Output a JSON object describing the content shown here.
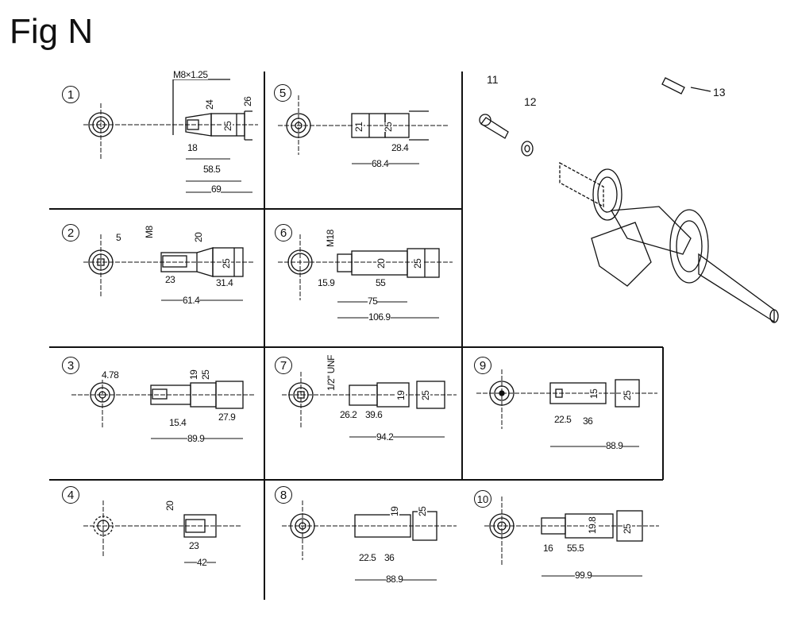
{
  "title": "Fig N",
  "panels": [
    {
      "number": "1",
      "dims": [
        "M8×1.25",
        "24",
        "26",
        "25",
        "18",
        "58.5",
        "69"
      ]
    },
    {
      "number": "2",
      "dims": [
        "5",
        "M8",
        "20",
        "25",
        "23",
        "31.4",
        "61.4"
      ]
    },
    {
      "number": "3",
      "dims": [
        "4.78",
        "19",
        "25",
        "15.4",
        "27.9",
        "89.9"
      ]
    },
    {
      "number": "4",
      "dims": [
        "20",
        "23",
        "42"
      ]
    },
    {
      "number": "5",
      "dims": [
        "21",
        "25",
        "28.4",
        "68.4"
      ]
    },
    {
      "number": "6",
      "dims": [
        "M18",
        "20",
        "25",
        "15.9",
        "55",
        "75",
        "106.9"
      ]
    },
    {
      "number": "7",
      "dims": [
        "1/2\" UNF",
        "19",
        "25",
        "26.2",
        "39.6",
        "94.2"
      ]
    },
    {
      "number": "8",
      "dims": [
        "19",
        "25",
        "22.5",
        "36",
        "88.9"
      ]
    },
    {
      "number": "9",
      "dims": [
        "15",
        "25",
        "22.5",
        "36",
        "88.9"
      ]
    },
    {
      "number": "10",
      "dims": [
        "19.8",
        "25",
        "16",
        "55.5",
        "99.9"
      ]
    }
  ],
  "parts": [
    "11",
    "12",
    "13"
  ]
}
